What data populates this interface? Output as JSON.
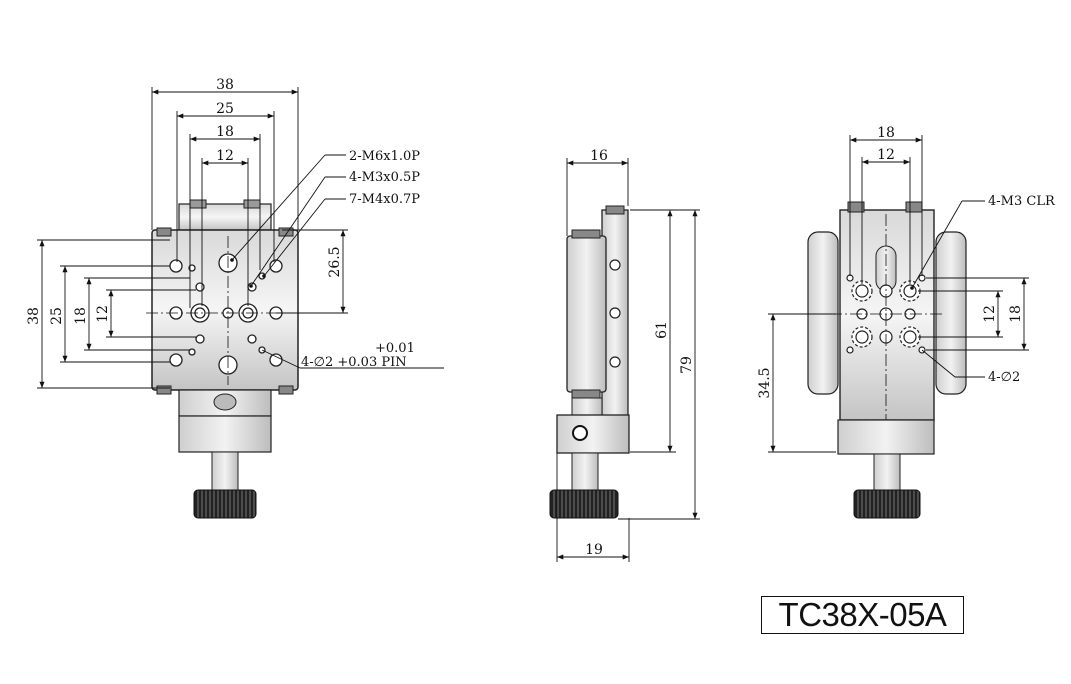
{
  "model_label": "TC38X-05A",
  "front_view": {
    "dims_top": [
      "38",
      "25",
      "18",
      "12"
    ],
    "dims_left": [
      "38",
      "25",
      "18",
      "12"
    ],
    "dim_height": "26.5",
    "callouts": [
      "2-M6x1.0P",
      "4-M3x0.5P",
      "7-M4x0.7P"
    ],
    "pin_tolerance": "+0.01",
    "pin_label": "4-∅2 +0.03 PIN"
  },
  "side_view": {
    "dim_top": "16",
    "dim_bottom": "19",
    "dim_inner_height": "61",
    "dim_total_height": "79"
  },
  "rear_view": {
    "dims_top": [
      "18",
      "12"
    ],
    "dims_right": [
      "12",
      "18"
    ],
    "dim_height": "34.5",
    "callouts": [
      "4-M3 CLR",
      "4-∅2"
    ]
  }
}
